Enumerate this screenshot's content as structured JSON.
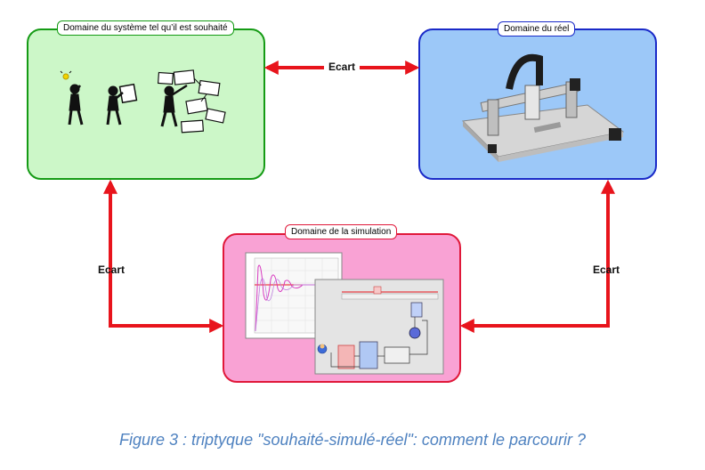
{
  "domains": {
    "desired": "Domaine du système tel qu’il est souhaité",
    "real": "Domaine du réel",
    "simulation": "Domaine de la simulation"
  },
  "links": {
    "top": "Ecart",
    "left": "Ecart",
    "right": "Ecart"
  },
  "caption": "Figure 3 : triptyque \"souhaité-simulé-réel\": comment le parcourir ?",
  "colors": {
    "desired_fill": "#ccf7c8",
    "desired_border": "#159b15",
    "real_fill": "#9cc8f8",
    "real_border": "#1a2ac8",
    "sim_fill": "#f9a2d4",
    "sim_border": "#e0183a",
    "arrow": "#e8141c",
    "caption": "#4f82c0"
  }
}
